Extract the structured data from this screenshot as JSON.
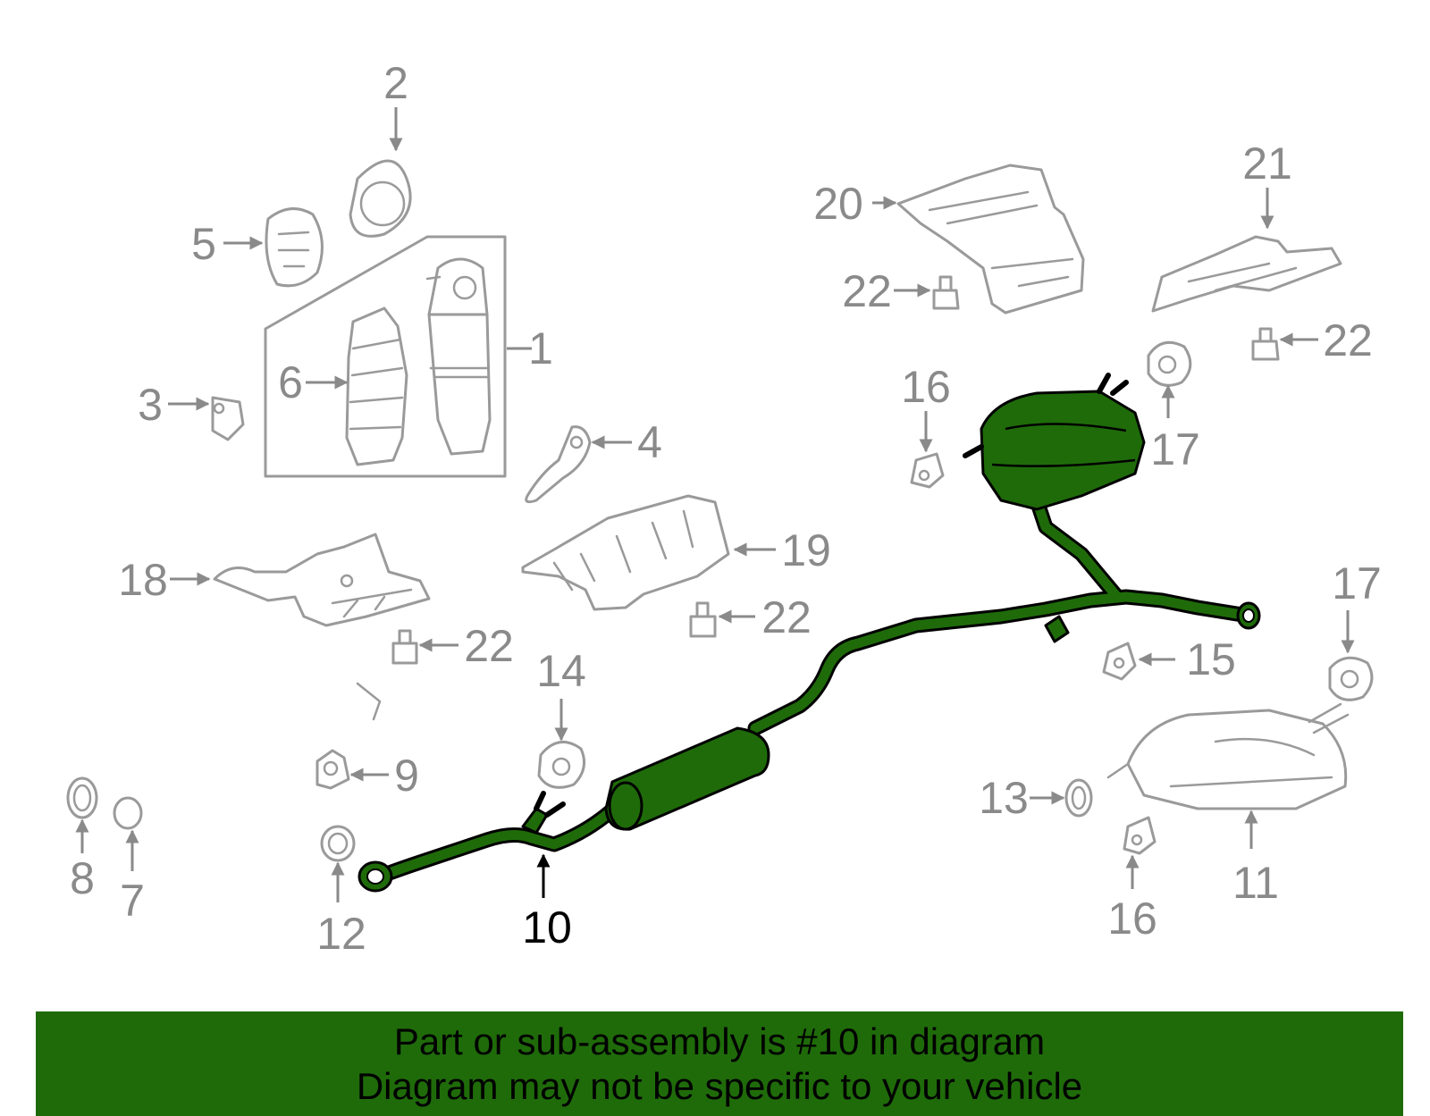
{
  "callouts": {
    "c1": "1",
    "c2": "2",
    "c3": "3",
    "c4": "4",
    "c5": "5",
    "c6": "6",
    "c7": "7",
    "c8": "8",
    "c9": "9",
    "c10": "10",
    "c11": "11",
    "c12": "12",
    "c13": "13",
    "c14": "14",
    "c15": "15",
    "c16a": "16",
    "c16b": "16",
    "c17a": "17",
    "c17b": "17",
    "c18": "18",
    "c19": "19",
    "c20": "20",
    "c21": "21",
    "c22a": "22",
    "c22b": "22",
    "c22c": "22",
    "c22d": "22"
  },
  "highlighted_part": "10",
  "colors": {
    "highlight": "#1f6b0a",
    "part_outline": "#9a9a9a",
    "label": "#8a8a8a"
  },
  "banner": {
    "line1": "Part or sub-assembly is #10 in diagram",
    "line2": "Diagram may not be specific to your vehicle"
  }
}
